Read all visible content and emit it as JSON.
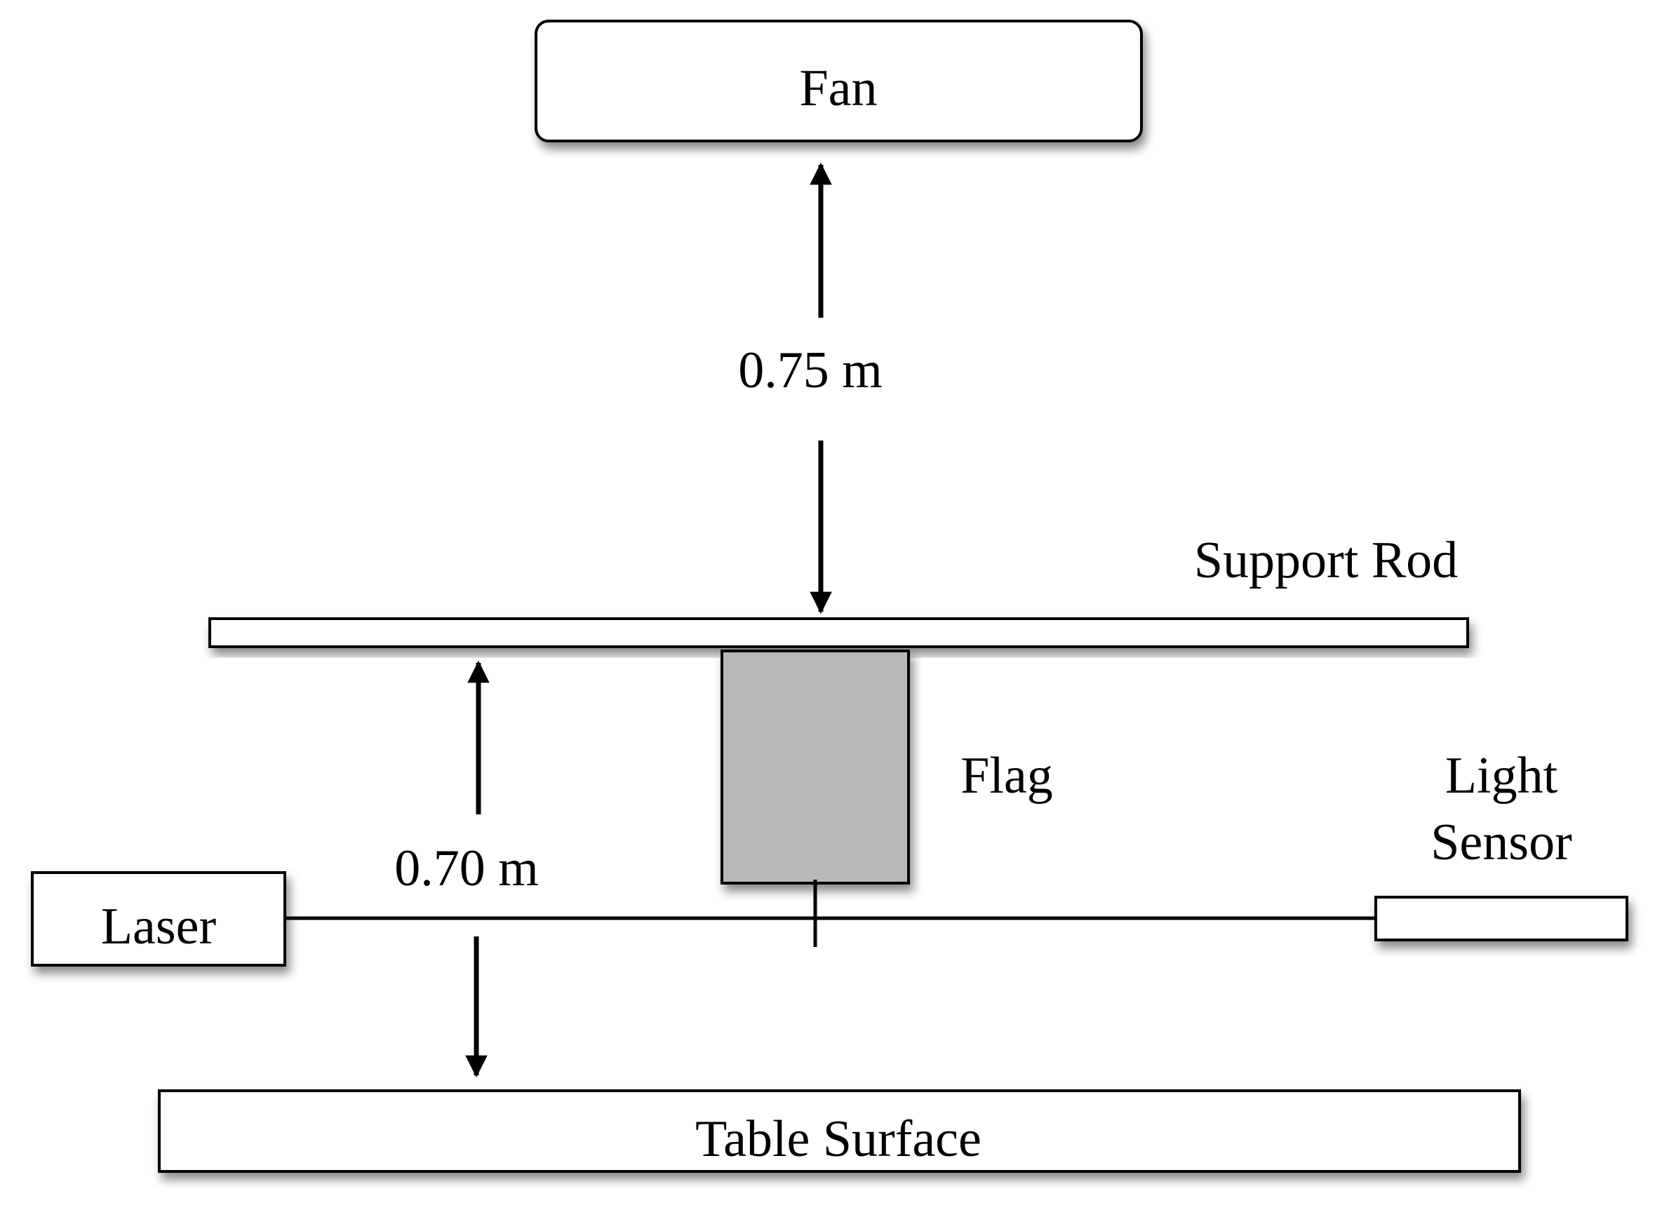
{
  "labels": {
    "fan": "Fan",
    "upper_distance": "0.75 m",
    "support_rod": "Support Rod",
    "flag": "Flag",
    "light_sensor_line1": "Light",
    "light_sensor_line2": "Sensor",
    "lower_distance": "0.70 m",
    "laser": "Laser",
    "table_surface": "Table Surface"
  },
  "colors": {
    "box_fill": "#ffffff",
    "flag_fill": "#b8b8b8",
    "stroke": "#000000"
  }
}
